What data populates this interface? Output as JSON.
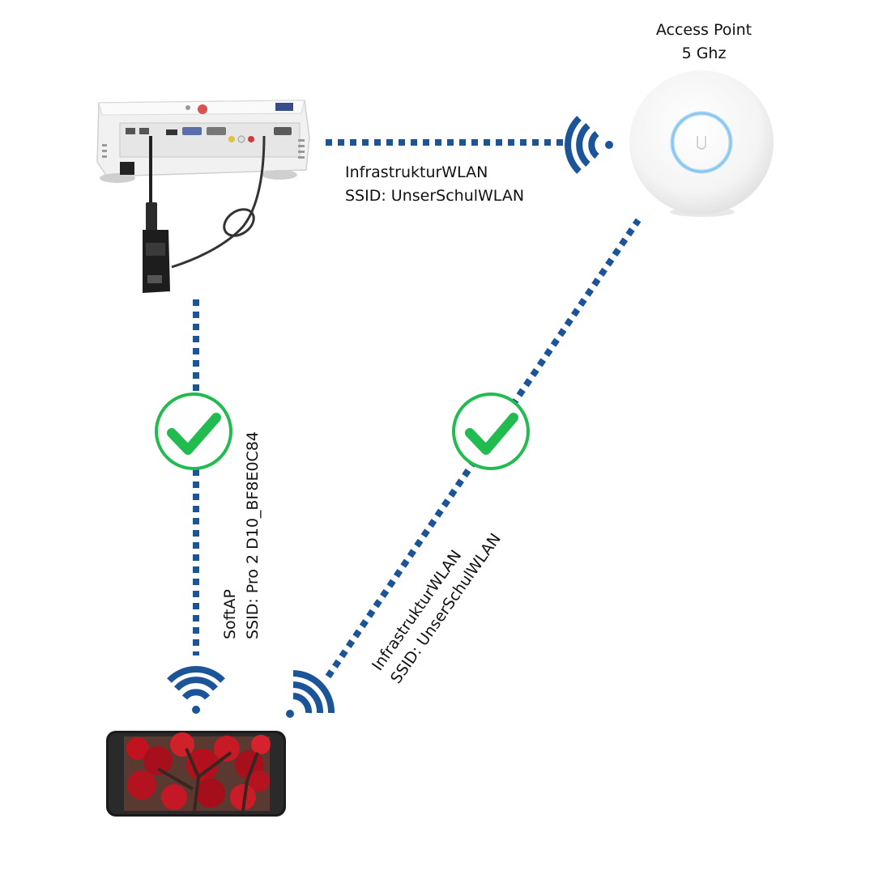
{
  "access_point": {
    "title": "Access Point",
    "band": "5 Ghz",
    "icon": "access-point-icon"
  },
  "link_projector_ap": {
    "line1": "InfrastrukturWLAN",
    "line2": "SSID: UnserSchulWLAN",
    "status_icon": "wifi-icon"
  },
  "link_projector_phone": {
    "line1": "SoftAP",
    "line2": "SSID: Pro 2 D10_BF8E0C84",
    "status_icon": "check-icon"
  },
  "link_phone_ap": {
    "line1": "InfrastrukturWLAN",
    "line2": "SSID: UnserSchulWLAN",
    "status_icon": "check-icon"
  },
  "colors": {
    "dotted_line": "#1b5497",
    "check_green": "#22bb4f",
    "background": "#ffffff"
  },
  "devices": {
    "projector_icon": "projector-icon",
    "phone_icon": "smartphone-icon"
  }
}
